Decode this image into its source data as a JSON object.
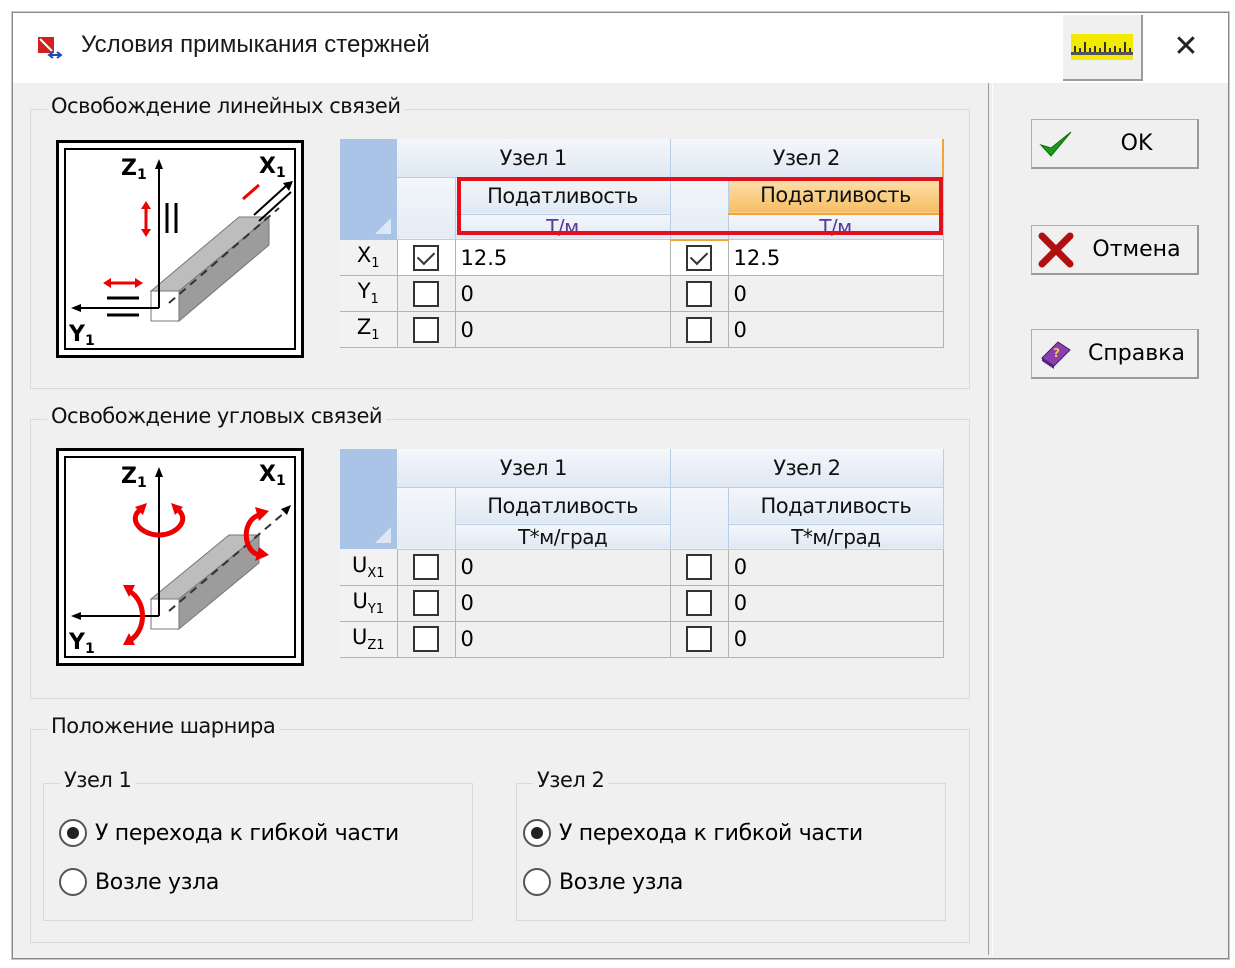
{
  "window": {
    "title": "Условия примыкания стержней",
    "app_icon": "scad-app-icon",
    "ruler_icon": "ruler-icon",
    "close_glyph": "✕"
  },
  "buttons": {
    "ok": {
      "label": "OK",
      "icon": "checkmark-icon",
      "color": "#1a9a1a"
    },
    "cancel": {
      "label": "Отмена",
      "icon": "red-x-icon",
      "color": "#b01010"
    },
    "help": {
      "label": "Справка",
      "icon": "help-book-icon",
      "color": "#7a3aa0"
    }
  },
  "linear": {
    "group_label": "Освобождение линейных связей",
    "diagram_labels": {
      "z": "Z",
      "x": "X",
      "y": "Y",
      "sub": "1"
    },
    "node1_header": "Узел 1",
    "node2_header": "Узел 2",
    "compliance_header": "Податливость",
    "unit": "Т/м",
    "rows": [
      {
        "axis": "X",
        "sub": "1",
        "node1_checked": true,
        "node1_value": "12.5",
        "node2_checked": true,
        "node2_value": "12.5"
      },
      {
        "axis": "Y",
        "sub": "1",
        "node1_checked": false,
        "node1_value": "0",
        "node2_checked": false,
        "node2_value": "0"
      },
      {
        "axis": "Z",
        "sub": "1",
        "node1_checked": false,
        "node1_value": "0",
        "node2_checked": false,
        "node2_value": "0"
      }
    ],
    "highlight_color": "#e3101b",
    "active_header_color": "#f6bd63"
  },
  "angular": {
    "group_label": "Освобождение угловых связей",
    "diagram_labels": {
      "z": "Z",
      "x": "X",
      "y": "Y",
      "sub": "1"
    },
    "node1_header": "Узел 1",
    "node2_header": "Узел 2",
    "compliance_header": "Податливость",
    "unit": "Т*м/град",
    "rows": [
      {
        "axis": "U",
        "sub": "X1",
        "node1_checked": false,
        "node1_value": "0",
        "node2_checked": false,
        "node2_value": "0"
      },
      {
        "axis": "U",
        "sub": "Y1",
        "node1_checked": false,
        "node1_value": "0",
        "node2_checked": false,
        "node2_value": "0"
      },
      {
        "axis": "U",
        "sub": "Z1",
        "node1_checked": false,
        "node1_value": "0",
        "node2_checked": false,
        "node2_value": "0"
      }
    ]
  },
  "hinge": {
    "group_label": "Положение шарнира",
    "node1": {
      "label": "Узел 1",
      "options": [
        {
          "label": "У перехода к гибкой части",
          "selected": true
        },
        {
          "label": "Возле узла",
          "selected": false
        }
      ]
    },
    "node2": {
      "label": "Узел 2",
      "options": [
        {
          "label": "У перехода к гибкой части",
          "selected": true
        },
        {
          "label": "Возле узла",
          "selected": false
        }
      ]
    }
  }
}
